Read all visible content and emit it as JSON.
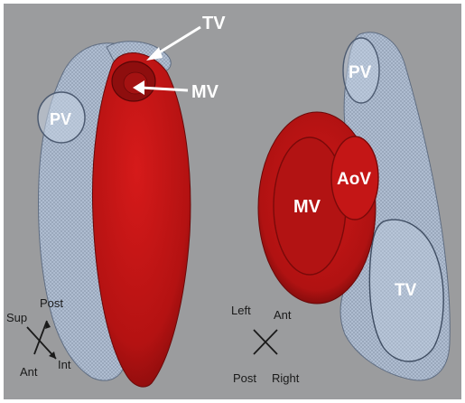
{
  "left_view": {
    "labels": {
      "tv": "TV",
      "mv": "MV",
      "pv": "PV"
    },
    "axes": {
      "sup": "Sup",
      "post": "Post",
      "ant": "Ant",
      "int": "Int"
    }
  },
  "right_view": {
    "labels": {
      "pv": "PV",
      "aov": "AoV",
      "mv": "MV",
      "tv": "TV"
    },
    "axes": {
      "left": "Left",
      "ant": "Ant",
      "post": "Post",
      "right": "Right"
    }
  },
  "colors": {
    "background": "#9b9c9e",
    "left_ventricle": "#c91616",
    "right_ventricle_mesh": "#aebdd2",
    "label_text": "#ffffff",
    "axis_text": "#1a1a1a"
  }
}
